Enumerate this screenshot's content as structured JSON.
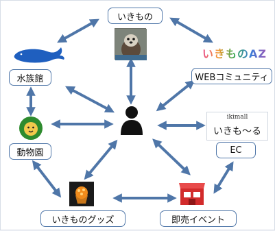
{
  "nodes": {
    "ikimono": "いきもの",
    "web_community": "WEBコミュニティ",
    "aquarium": "水族館",
    "zoo": "動物園",
    "ec": "EC",
    "goods": "いきものグッズ",
    "event": "即売イベント"
  },
  "logos": {
    "az": "いきものAZ",
    "ikimall_small": "ikimall",
    "ikimall_big": "いきも〜る"
  },
  "icons": {
    "center": "person-icon",
    "aquarium": "whale-icon",
    "zoo": "lion-icon",
    "event": "shop-icon",
    "ikimono": "otter-photo",
    "goods": "cupcake-photo"
  },
  "colors": {
    "arrow": "#4f76a8",
    "border": "#4f76a8",
    "whale": "#1f5fbf",
    "lion": "#2e8b2e",
    "shop": "#d22b2b"
  }
}
